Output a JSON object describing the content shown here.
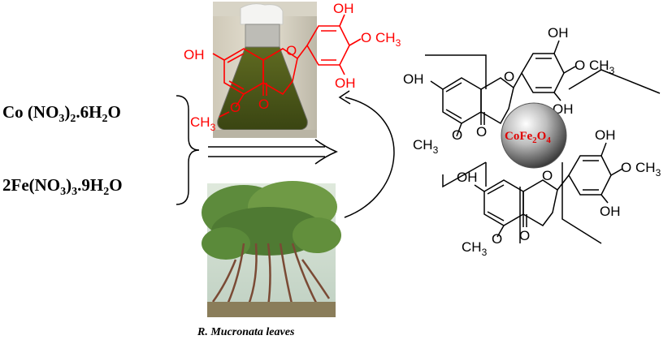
{
  "reagents": {
    "cobalt": {
      "base": "Co (NO",
      "sub1": "3",
      "mid": ")",
      "sub2": "2",
      "tail": ".6H",
      "sub3": "2",
      "end": "O"
    },
    "iron": {
      "base": "2Fe(NO",
      "sub1": "3",
      "mid": ")",
      "sub2": "3",
      "tail": ".9H",
      "sub3": "2",
      "end": "O"
    }
  },
  "caption": "R. Mucronata leaves",
  "nanoparticle": {
    "label_main": "CoFe",
    "sub1": "2",
    "mid": "O",
    "sub2": "4"
  },
  "molecule": {
    "oh": "OH",
    "o": "O",
    "ome": "O",
    "ch3": "CH",
    "ch3_sub": "3",
    "och3": "CH",
    "och3_sub": "3"
  },
  "colors": {
    "red": "#ff0000",
    "sphere_dark": "#3a3a3a",
    "sphere_light": "#ffffff",
    "label_red": "#e00000"
  }
}
